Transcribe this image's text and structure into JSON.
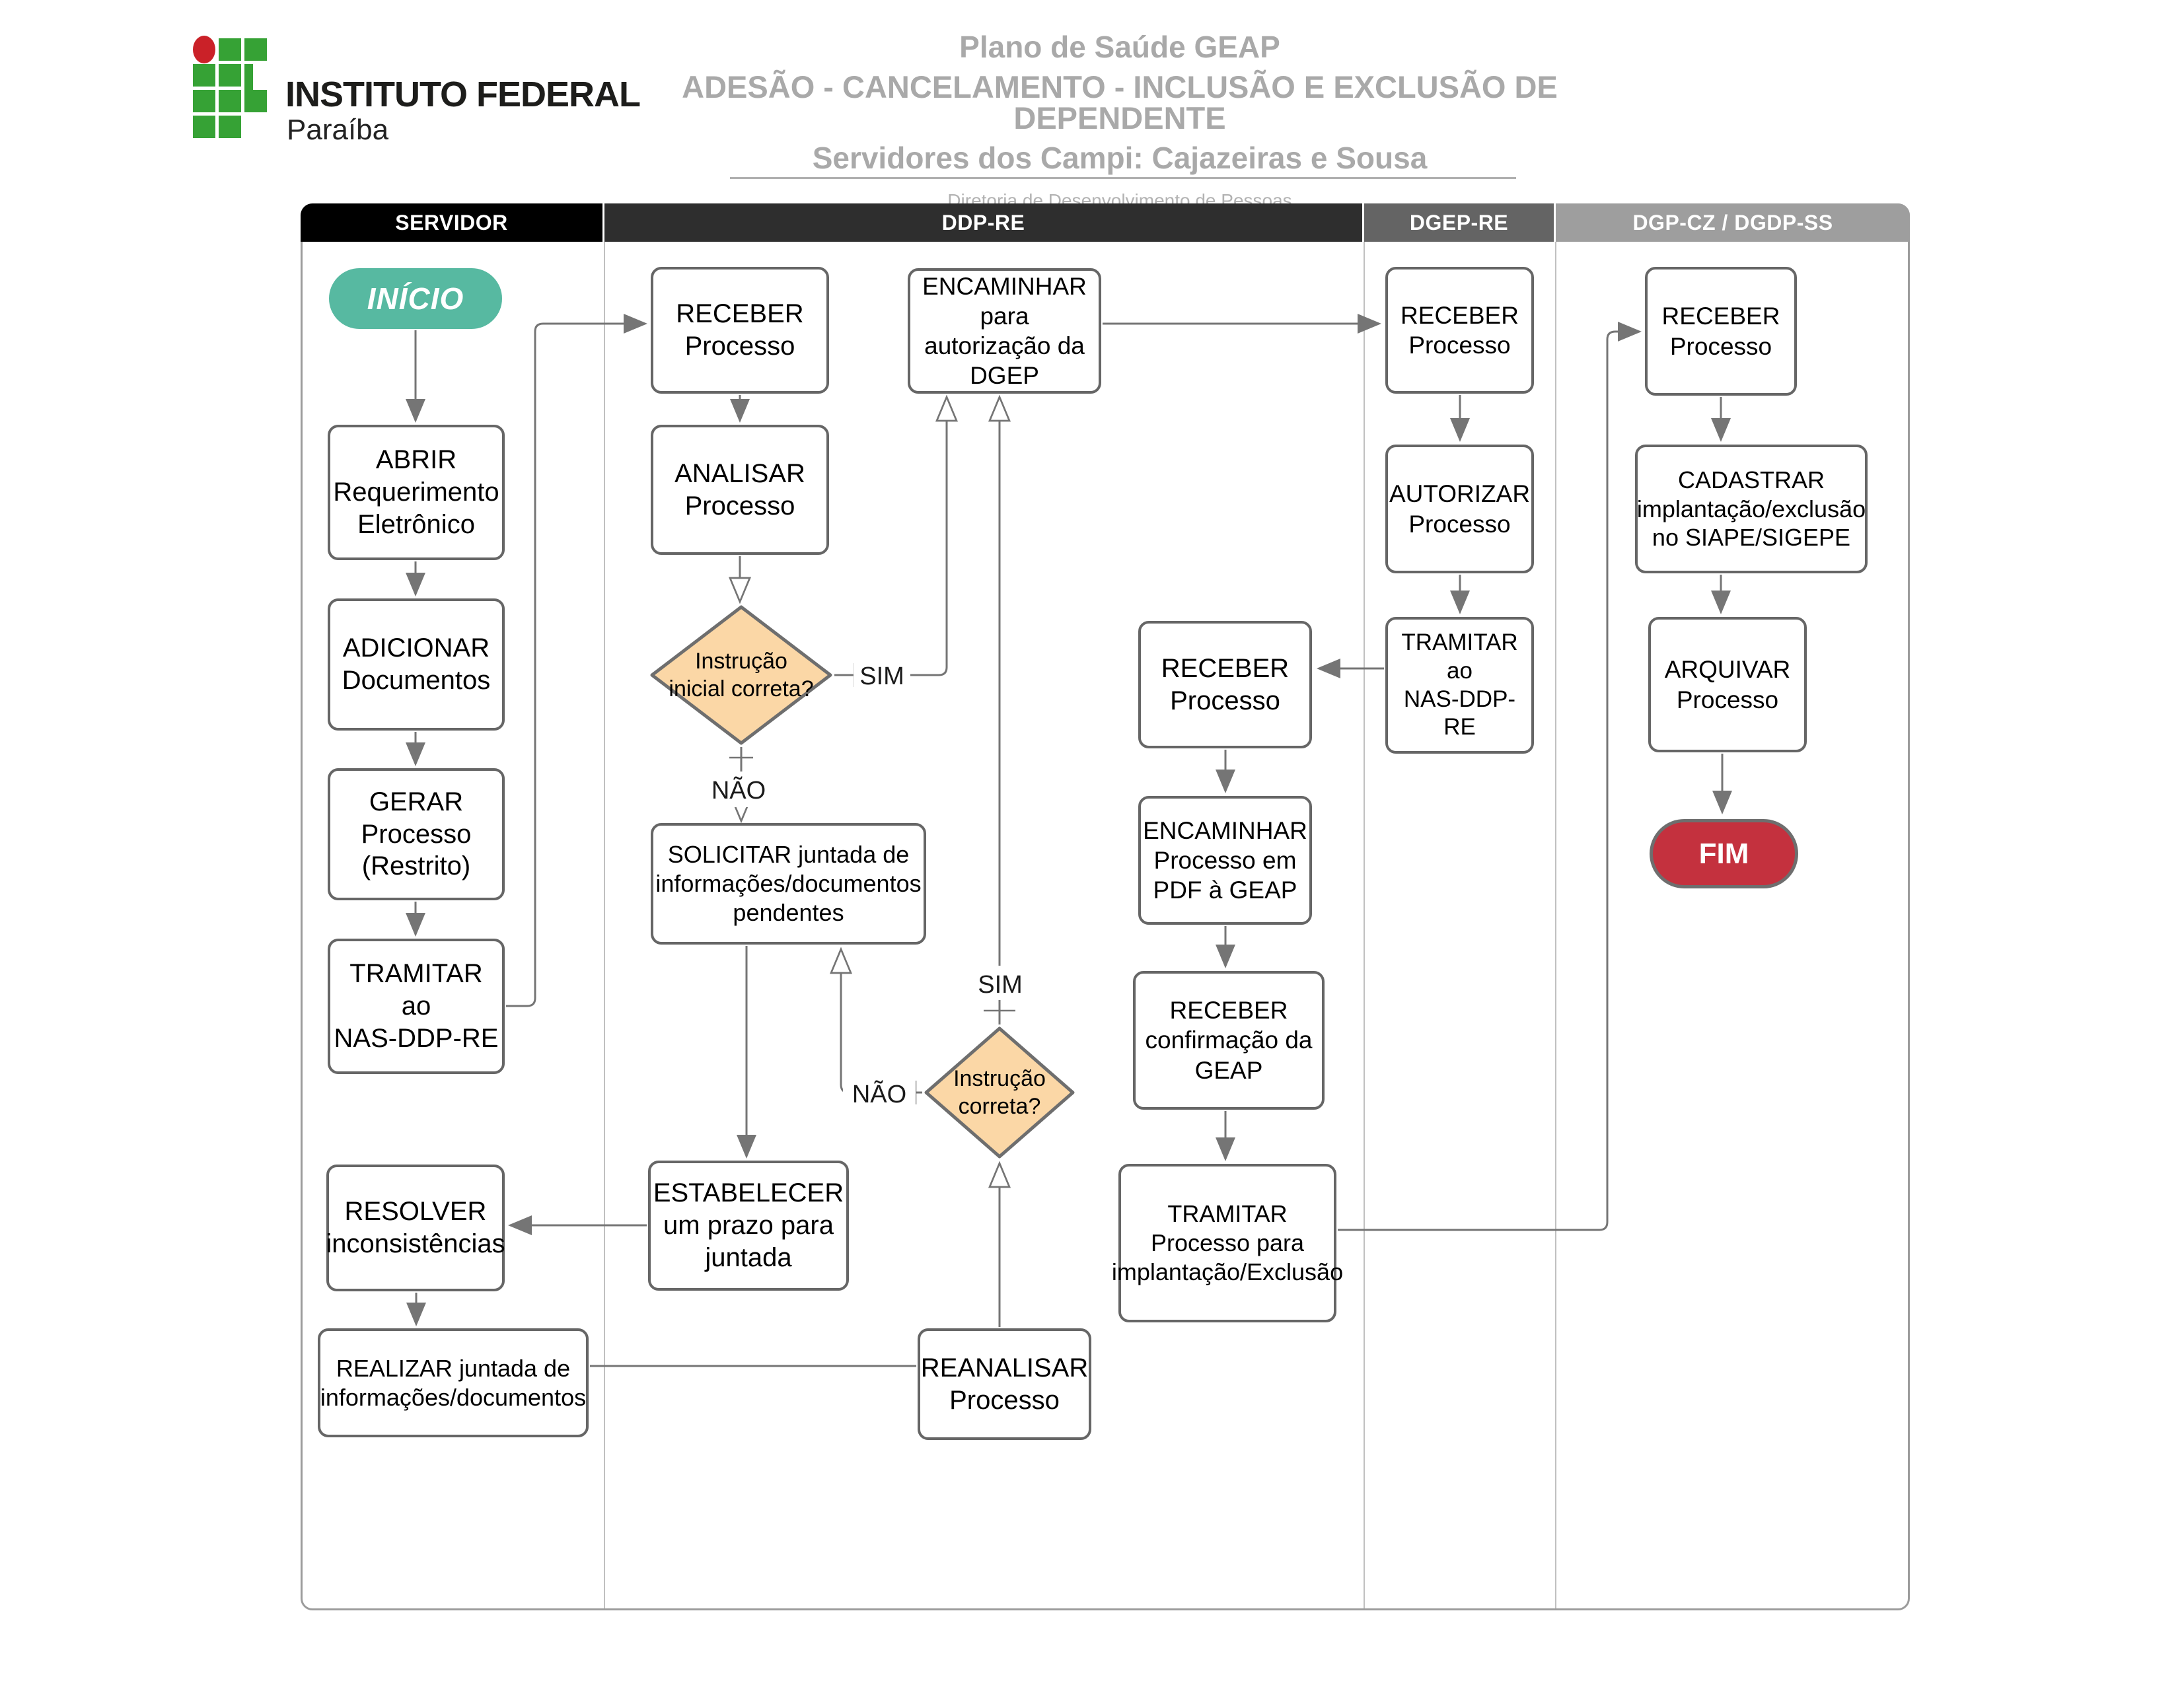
{
  "header": {
    "logo_title": "INSTITUTO FEDERAL",
    "logo_subtitle": "Paraíba",
    "title1": "Plano de Saúde GEAP",
    "title2": "ADESÃO - CANCELAMENTO - INCLUSÃO E EXCLUSÃO DE DEPENDENTE",
    "title3": "Servidores dos Campi: Cajazeiras e Sousa",
    "dept": "Diretoria de Desenvolvimento de Pessoas"
  },
  "lanes": [
    {
      "label": "SERVIDOR"
    },
    {
      "label": "DDP-RE"
    },
    {
      "label": "DGEP-RE"
    },
    {
      "label": "DGP-CZ / DGDP-SS"
    }
  ],
  "nodes": {
    "inicio": {
      "type": "start",
      "label": "INÍCIO"
    },
    "abrir": {
      "type": "process",
      "label": "ABRIR\nRequerimento\nEletrônico"
    },
    "adicionar": {
      "type": "process",
      "label": "ADICIONAR\nDocumentos"
    },
    "gerar": {
      "type": "process",
      "label": "GERAR\nProcesso\n(Restrito)"
    },
    "tramitar_nas": {
      "type": "process",
      "label": "TRAMITAR\nao\nNAS-DDP-RE"
    },
    "resolver": {
      "type": "process",
      "label": "RESOLVER\ninconsistências"
    },
    "realizar": {
      "type": "process",
      "label": "REALIZAR  juntada de\ninformações/documentos"
    },
    "receber1": {
      "type": "process",
      "label": "RECEBER\nProcesso"
    },
    "analisar": {
      "type": "process",
      "label": "ANALISAR\nProcesso"
    },
    "d1": {
      "type": "decision",
      "label": "Instrução\ninicial correta?"
    },
    "solicitar": {
      "type": "process",
      "label": "SOLICITAR juntada de\ninformações/documentos\npendentes"
    },
    "estabelecer": {
      "type": "process",
      "label": "ESTABELECER\num prazo para\njuntada"
    },
    "reanalisar": {
      "type": "process",
      "label": "REANALISAR\nProcesso"
    },
    "d2": {
      "type": "decision",
      "label": "Instrução\ncorreta?"
    },
    "encaminhar_dgep": {
      "type": "process",
      "label": "ENCAMINHAR\npara\nautorização da\nDGEP"
    },
    "receber_mid": {
      "type": "process",
      "label": "RECEBER\nProcesso"
    },
    "encaminhar_pdf": {
      "type": "process",
      "label": "ENCAMINHAR\nProcesso em\nPDF à GEAP"
    },
    "receber_conf": {
      "type": "process",
      "label": "RECEBER\nconfirmação da\nGEAP"
    },
    "tramitar_impl": {
      "type": "process",
      "label": "TRAMITAR\nProcesso para\nimplantação/Exclusão"
    },
    "receber_dgep": {
      "type": "process",
      "label": "RECEBER\nProcesso"
    },
    "autorizar": {
      "type": "process",
      "label": "AUTORIZAR\nProcesso"
    },
    "tramitar_nas2": {
      "type": "process",
      "label": "TRAMITAR\nao\nNAS-DDP-RE"
    },
    "receber_dgp": {
      "type": "process",
      "label": "RECEBER\nProcesso"
    },
    "cadastrar": {
      "type": "process",
      "label": "CADASTRAR\nimplantação/exclusão\nno SIAPE/SIGEPE"
    },
    "arquivar": {
      "type": "process",
      "label": "ARQUIVAR\nProcesso"
    },
    "fim": {
      "type": "end",
      "label": "FIM"
    }
  },
  "edge_labels": {
    "sim1": "SIM",
    "nao1": "NÃO",
    "sim2": "SIM",
    "nao2": "NÃO"
  },
  "colors": {
    "start_fill": "#57b9a1",
    "end_fill": "#c4313e",
    "decision_fill": "#fbd7a6",
    "box_border": "#666666",
    "wire": "#757575",
    "lane_header_1": "#000000",
    "lane_header_2": "#2e2e2e",
    "lane_header_3": "#646464",
    "lane_header_4": "#9e9e9e",
    "logo_green": "#36a235",
    "logo_red": "#ca2128",
    "title_gray": "#a9a9a9"
  }
}
